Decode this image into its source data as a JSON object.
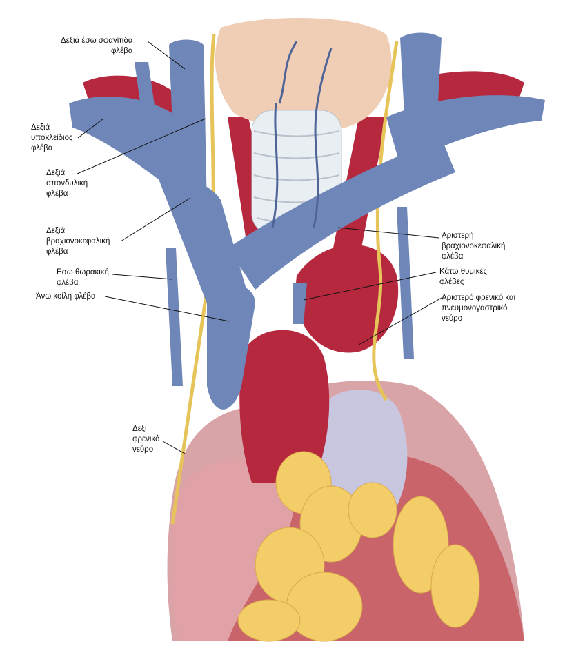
{
  "labels": {
    "right_external_jugular": "Δεξιά έσω σφαγίτιδα\nφλέβα",
    "right_subclavian": "Δεξιά\nυποκλείδιος\nφλέβα",
    "right_vertebral": "Δεξιά\nσπονδυλική\nφλέβα",
    "right_brachiocephalic": "Δεξιά\nβραχιονοκεφαλική\nφλέβα",
    "internal_thoracic": "Εσω θωρακική\nφλέβα",
    "superior_vena_cava": "Άνω κοίλη φλέβα",
    "right_phrenic": "Δεξί\nφρενικό\nνεύρο",
    "left_brachiocephalic": "Αριστερή\nβραχιονοκεφαλική\nφλέβα",
    "inferior_thyroid": "Κάτω θυμικές\nφλέβες",
    "left_phrenic_vagus": "Αριστερό φρενικό και\nπνευμονογαστρικό\nνεύρο"
  },
  "colors": {
    "vein": "#6f86b8",
    "vein_dark": "#4f6597",
    "artery": "#b5283d",
    "artery_dark": "#8c1a2c",
    "nerve": "#e6c45a",
    "thyroid": "#f0cdb5",
    "trachea": "#e9eef2",
    "fat": "#f3cd68",
    "pericardium": "#d9a4a8",
    "muscle": "#c9646a",
    "aorta_pale": "#c9c6e0"
  }
}
